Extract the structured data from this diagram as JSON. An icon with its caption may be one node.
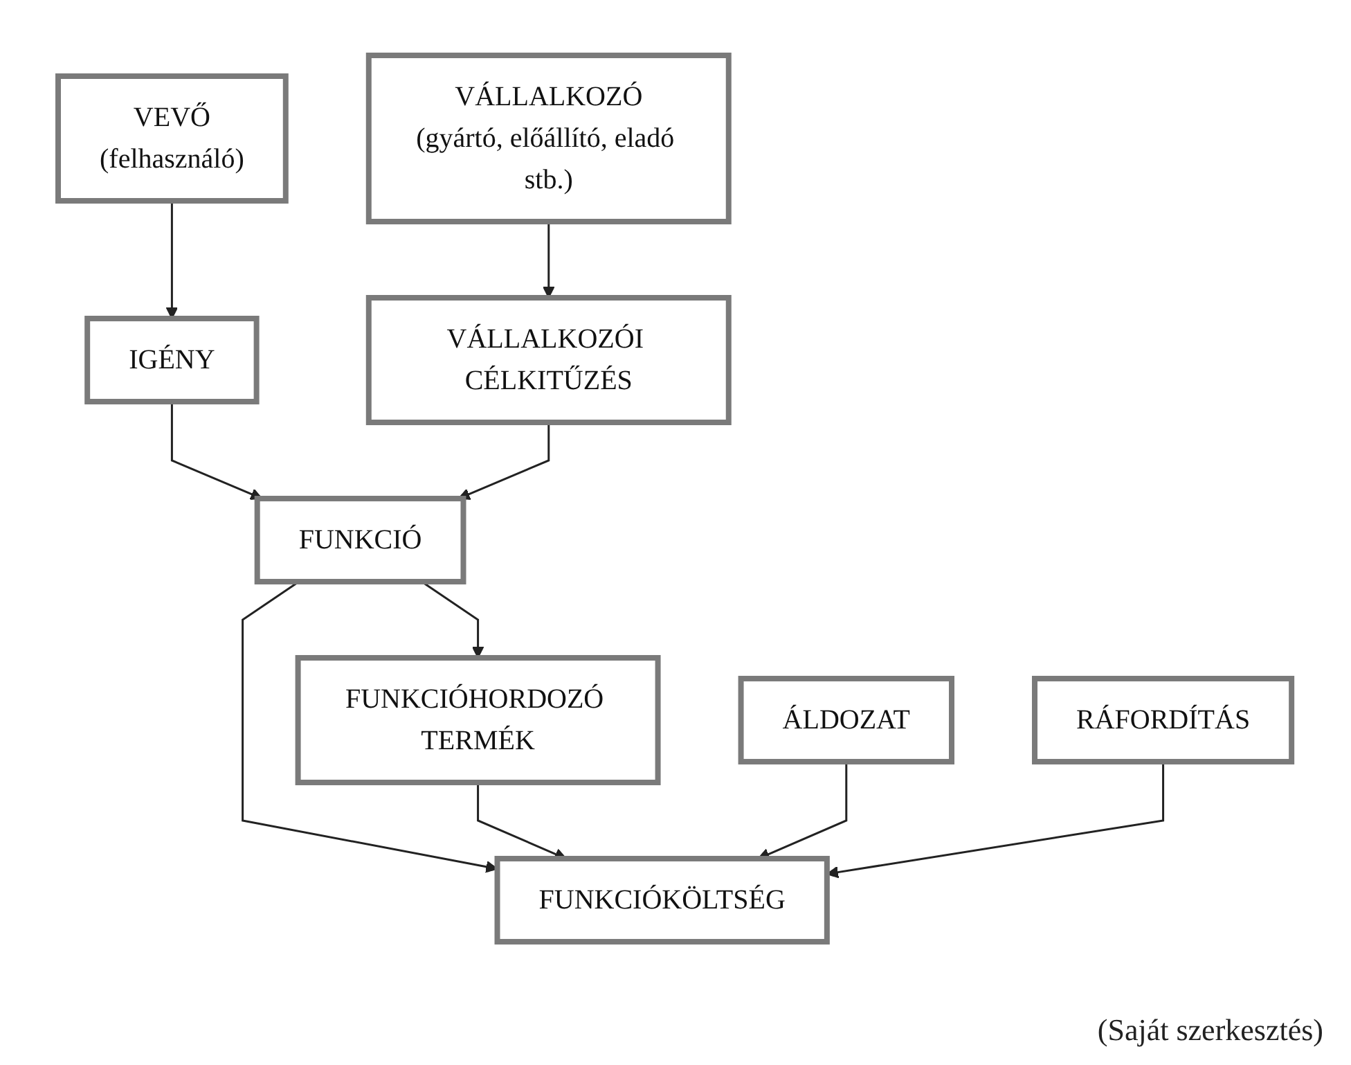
{
  "diagram": {
    "caption": "(Saját szerkesztés)",
    "nodes": [
      {
        "text": [
          "VEVŐ",
          "(felhasználó)"
        ]
      },
      {
        "text": [
          "VÁLLALKOZÓ",
          "(gyártó, előállító, eladó stb.)"
        ]
      },
      {
        "text": [
          "IGÉNY"
        ]
      },
      {
        "text": [
          "VÁLLALKOZÓI CÉLKITŰZÉS"
        ]
      },
      {
        "text": [
          "FUNKCIÓ"
        ]
      },
      {
        "text": [
          "FUNKCIÓHORDOZÓ TERMÉK"
        ]
      },
      {
        "text": [
          "FUNKCIÓKÖLTSÉG"
        ]
      },
      {
        "text": [
          "ÁLDOZAT"
        ]
      },
      {
        "text": [
          "RÁFORDÍTÁS"
        ]
      }
    ],
    "edges": [
      {
        "from": 0,
        "to": 2,
        "arrow": "to"
      },
      {
        "from": 1,
        "to": 3,
        "arrow": "to"
      },
      {
        "from": 2,
        "to": 4,
        "arrow": "to"
      },
      {
        "from": 3,
        "to": 4,
        "arrow": "to"
      },
      {
        "from": 4,
        "to": 5,
        "arrow": "to"
      },
      {
        "from": 4,
        "to": 6,
        "arrow": "to"
      },
      {
        "from": 5,
        "to": 6,
        "arrow": "to"
      },
      {
        "from": 7,
        "to": 6,
        "arrow": "to"
      },
      {
        "from": 8,
        "to": 6,
        "arrow": "to"
      }
    ]
  }
}
